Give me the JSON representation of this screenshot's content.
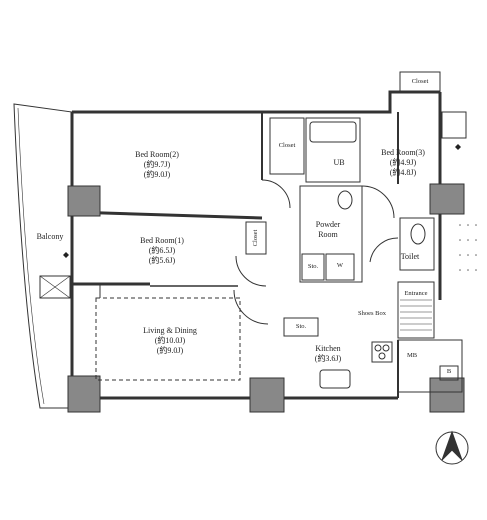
{
  "rooms": {
    "bedroom2": {
      "name": "Bed Room(2)",
      "area1": "(約9.7J)",
      "area2": "(約9.0J)"
    },
    "bedroom3": {
      "name": "Bed Room(3)",
      "area1": "(約4.9J)",
      "area2": "(約4.8J)"
    },
    "bedroom1": {
      "name": "Bed Room(1)",
      "area1": "(約6.5J)",
      "area2": "(約5.6J)"
    },
    "living": {
      "name": "Living & Dining",
      "area1": "(約10.0J)",
      "area2": "(約9.0J)"
    },
    "kitchen": {
      "name": "Kitchen",
      "area1": "(約3.6J)"
    },
    "powder": {
      "name1": "Powder",
      "name2": "Room"
    }
  },
  "labels": {
    "closet_top": "Closet",
    "closet_mid": "Closet",
    "closet_bed1": "Closet",
    "ub": "UB",
    "sto_powder": "Sto.",
    "w": "W",
    "toilet": "Toilet",
    "entrance": "Entrance",
    "shoes_box": "Shoes Box",
    "sto_kitchen": "Sto.",
    "mb": "MB",
    "b": "B",
    "balcony": "Balcony"
  },
  "icons": [
    "north-arrow-icon",
    "bathtub-icon",
    "toilet-icon",
    "washbasin-icon",
    "sink-icon",
    "stove-icon",
    "air-conditioner-icon"
  ]
}
